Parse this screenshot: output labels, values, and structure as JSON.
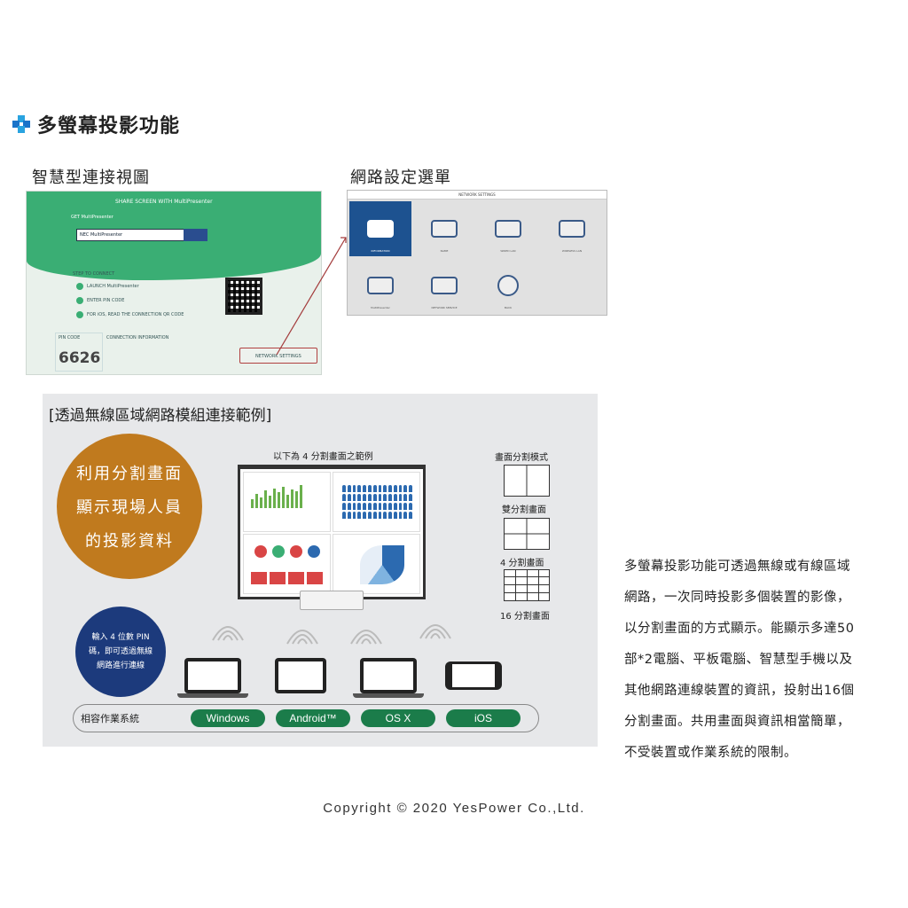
{
  "section": {
    "title": "多螢幕投影功能",
    "icon": "blue-cross-icon",
    "accent_color": "#29a3e0"
  },
  "smart_view": {
    "heading": "智慧型連接視圖",
    "banner": "SHARE SCREEN WITH MultiPresenter",
    "get_label": "GET MultiPresenter",
    "search_value": "NEC MultiPresenter",
    "steps_title": "STEP TO CONNECT",
    "steps": [
      "LAUNCH MultiPresenter",
      "ENTER PIN CODE",
      "FOR iOS, READ THE CONNECTION QR CODE"
    ],
    "pin_label": "PIN CODE",
    "pin_value": "6626",
    "connection_info_label": "CONNECTION INFORMATION",
    "network_button": "NETWORK SETTINGS",
    "band_color": "#3aae74"
  },
  "network_menu": {
    "heading": "網路設定選單",
    "bar_title": "NETWORK SETTINGS",
    "tiles": [
      {
        "label": "INFORMATION",
        "icon": "info-icon",
        "active": true
      },
      {
        "label": "NAME",
        "icon": "projector-name-icon",
        "active": false
      },
      {
        "label": "WIRED LAN",
        "icon": "wired-lan-icon",
        "active": false
      },
      {
        "label": "WIRELESS LAN",
        "icon": "wireless-lan-icon",
        "active": false
      },
      {
        "label": "MultiPresenter",
        "icon": "multipresenter-icon",
        "active": false
      },
      {
        "label": "NETWORK SERVICE",
        "icon": "network-service-icon",
        "active": false
      },
      {
        "label": "BACK",
        "icon": "back-arrow-icon",
        "active": false
      }
    ],
    "active_color": "#1d5290"
  },
  "example": {
    "title": "[透過無線區域網路模組連接範例]",
    "orange_circle": [
      "利用分割畫面",
      "顯示現場人員",
      "的投影資料"
    ],
    "blue_circle": [
      "輸入 4 位數 PIN",
      "碼，即可透過無線",
      "網路進行連線"
    ],
    "split_example_label": "以下為 4 分割畫面之範例",
    "split_modes_title": "畫面分割模式",
    "split_modes": [
      "雙分割畫面",
      "4 分割畫面",
      "16 分割畫面"
    ],
    "os_label": "相容作業系統",
    "os_list": [
      "Windows",
      "Android™",
      "OS X",
      "iOS"
    ],
    "os_color": "#1b7c4a",
    "orange_color": "#c07a1e",
    "blue_color": "#1c3a7c"
  },
  "description": [
    "多螢幕投影功能可透過無線或有線區域",
    "網路，一次同時投影多個裝置的影像，",
    "以分割畫面的方式顯示。能顯示多達50",
    "部*2電腦、平板電腦、智慧型手機以及",
    "其他網路連線裝置的資訊，投射出16個",
    "分割畫面。共用畫面與資訊相當簡單，",
    "不受裝置或作業系統的限制。"
  ],
  "copyright": "Copyright © 2020 YesPower Co.,Ltd."
}
